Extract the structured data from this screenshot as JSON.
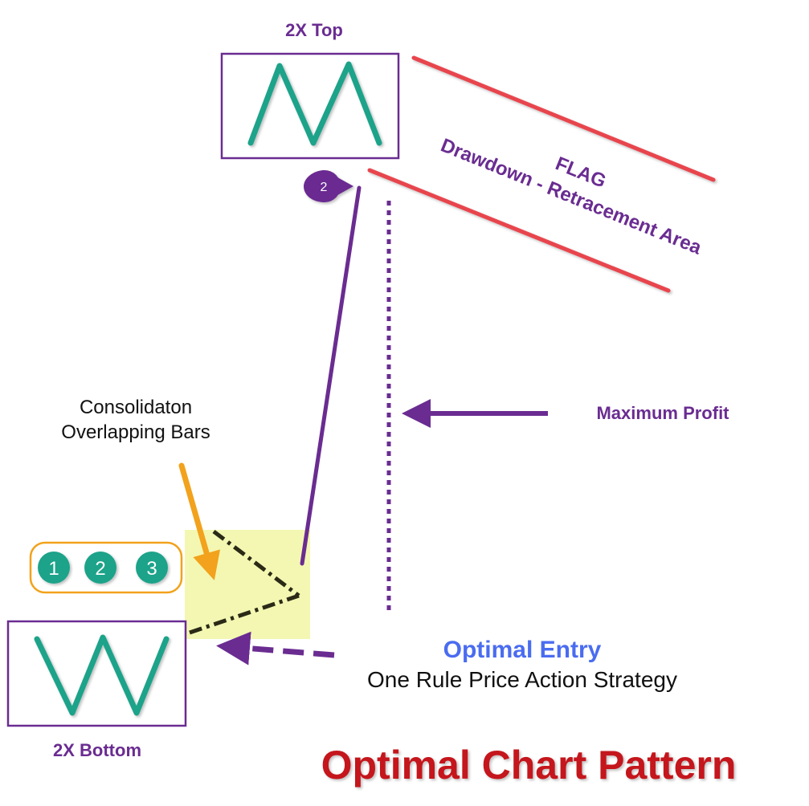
{
  "labels": {
    "top": "2X Top",
    "bottom": "2X Bottom",
    "flag": "FLAG",
    "drawdown": "Drawdown - Retracement Area",
    "max_profit": "Maximum Profit",
    "consolidation_line1": "Consolidaton",
    "consolidation_line2": "Overlapping Bars",
    "optimal_entry": "Optimal Entry",
    "strategy": "One Rule Price Action Strategy",
    "title": "Optimal Chart Pattern"
  },
  "badges": {
    "top_marker": "2",
    "step1": "1",
    "step2": "2",
    "step3": "3"
  },
  "colors": {
    "purple": "#6a2c91",
    "teal": "#1fa38a",
    "red": "#e8454d",
    "orange": "#f2a21c",
    "highlight": "#f3f7b2",
    "entry_blue": "#4a6cf0",
    "title_red": "#c4161c",
    "dark_olive": "#2b2a16"
  }
}
